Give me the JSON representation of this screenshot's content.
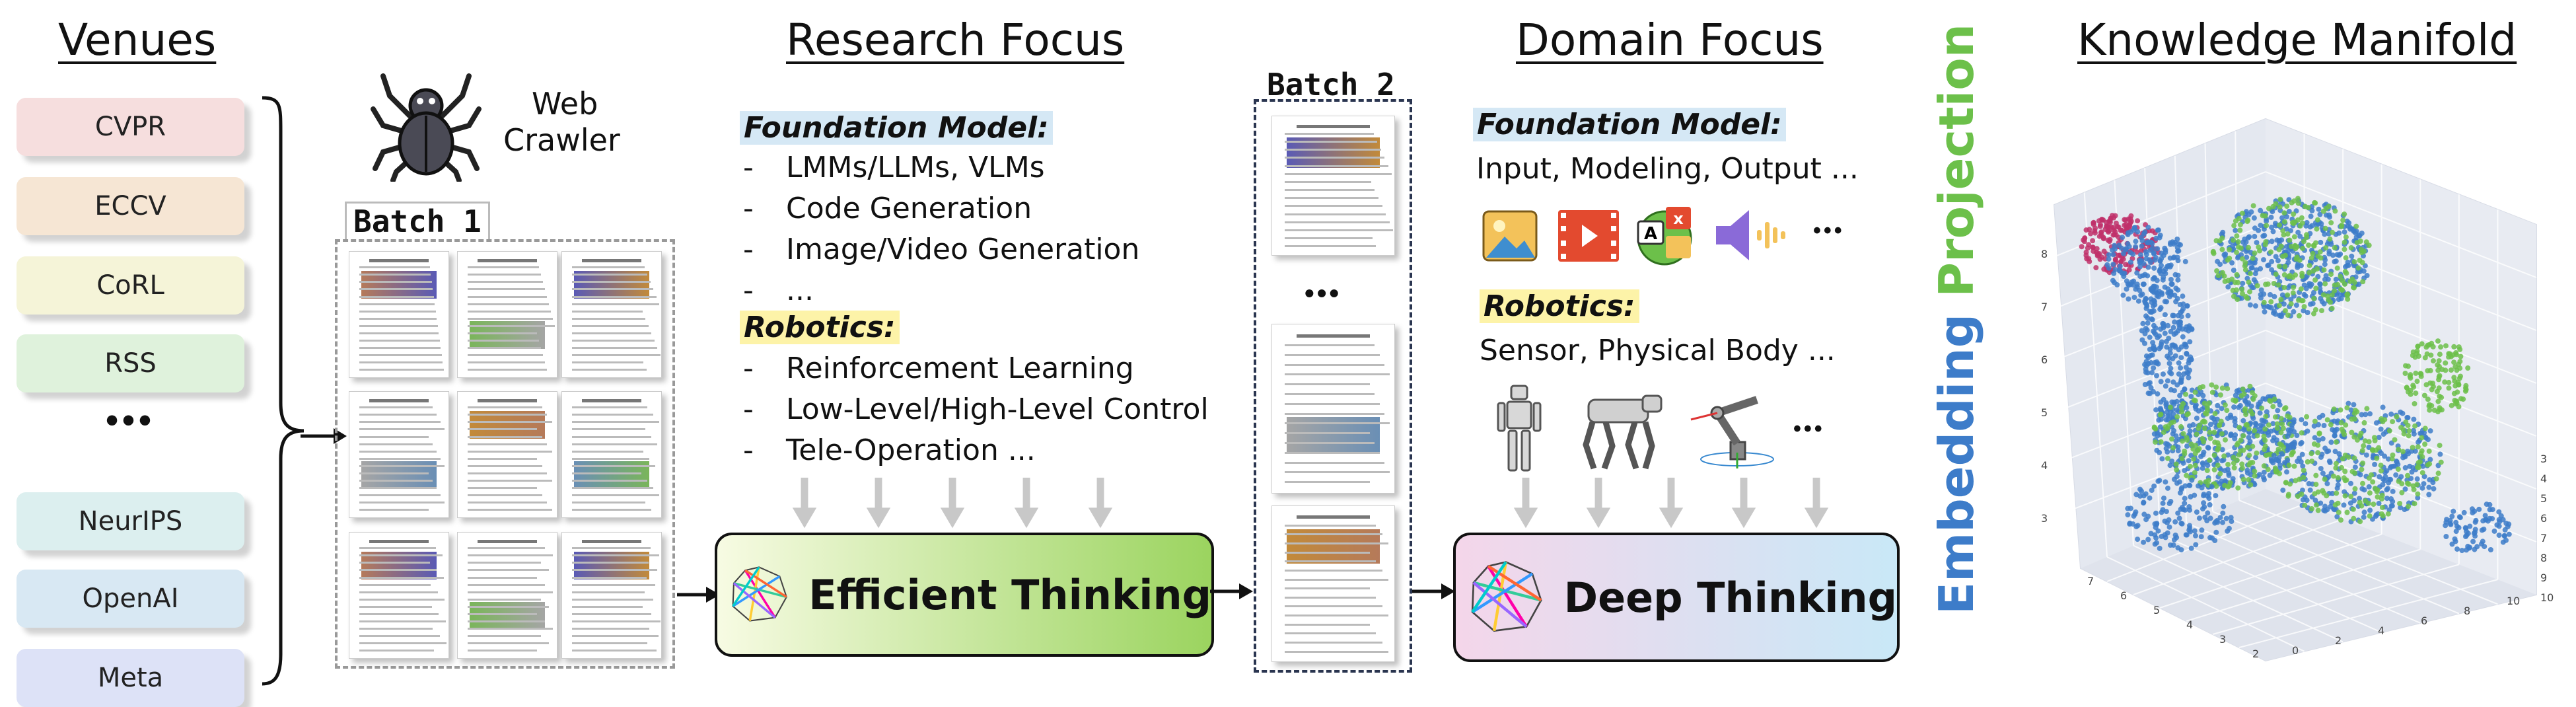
{
  "titles": {
    "venues": "Venues",
    "research_focus": "Research Focus",
    "domain_focus": "Domain Focus",
    "knowledge_manifold": "Knowledge Manifold"
  },
  "venues": [
    {
      "label": "CVPR",
      "color": "#f6dede"
    },
    {
      "label": "ECCV",
      "color": "#f6e6d4"
    },
    {
      "label": "CoRL",
      "color": "#f5f4d8"
    },
    {
      "label": "RSS",
      "color": "#dff2dc"
    },
    {
      "label": "NeurIPS",
      "color": "#dcefef"
    },
    {
      "label": "OpenAI",
      "color": "#d8e8f3"
    },
    {
      "label": "Meta",
      "color": "#dde2f7"
    }
  ],
  "venues_ellipsis": "•••",
  "crawler": {
    "line1": "Web",
    "line2": "Crawler"
  },
  "batch1": "Batch 1",
  "batch2": "Batch 2",
  "batch2_ellipsis": "•••",
  "research": {
    "foundation_heading": "Foundation Model:",
    "foundation_items": [
      "LMMs/LLMs, VLMs",
      "Code Generation",
      "Image/Video Generation",
      "..."
    ],
    "robotics_heading": "Robotics:",
    "robotics_items": [
      "Reinforcement Learning",
      "Low-Level/High-Level Control",
      "Tele-Operation ..."
    ],
    "bullet": "-"
  },
  "efficient_thinking": "Efficient Thinking",
  "domain": {
    "foundation_heading": "Foundation Model:",
    "foundation_text": "Input, Modeling, Output ...",
    "robotics_heading": "Robotics:",
    "robotics_text": "Sensor, Physical Body ...",
    "icons_ellipsis": "•••",
    "robots_ellipsis": "•••"
  },
  "deep_thinking": "Deep Thinking",
  "embedding_projection": {
    "part1": "Embedding",
    "part2": "Projection"
  },
  "manifold_ticks": {
    "left_axis": [
      "8",
      "7",
      "6",
      "5",
      "4",
      "3"
    ],
    "bottom_left": [
      "7",
      "6",
      "5",
      "4",
      "3",
      "2"
    ],
    "bottom_right": [
      "0",
      "2",
      "4",
      "6",
      "8",
      "10"
    ],
    "right_axis": [
      "3",
      "4",
      "5",
      "6",
      "7",
      "8",
      "9",
      "10"
    ]
  },
  "colors": {
    "efficient_grad_start": "#f7fbe3",
    "efficient_grad_end": "#9bd45f",
    "deep_grad_start": "#f4d6ea",
    "deep_grad_end": "#c9e8f7",
    "embedding_blue": "#3d7cc9",
    "embedding_green": "#6cc04a"
  }
}
